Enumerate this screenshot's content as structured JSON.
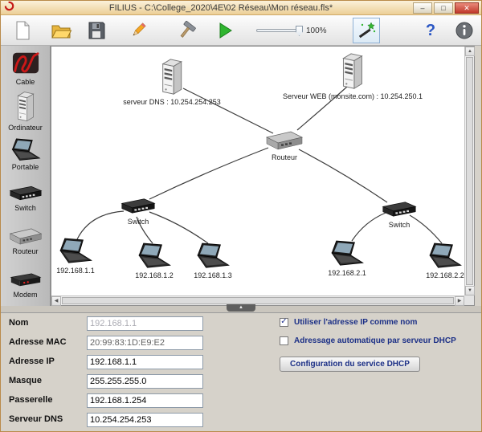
{
  "window": {
    "title": "FILIUS - C:\\College_2020\\4E\\02 Réseau\\Mon réseau.fls*",
    "controls": {
      "minimize": "–",
      "maximize": "□",
      "close": "✕"
    }
  },
  "toolbar": {
    "zoom_label": "100%",
    "help_label": "?",
    "icons": [
      "new-document-icon",
      "open-folder-icon",
      "save-icon",
      "pencil-edit-mode-icon",
      "hammer-build-icon",
      "play-simulation-icon",
      "zoom-slider",
      "wizard-icon",
      "help-icon",
      "info-icon"
    ]
  },
  "sidebar": {
    "items": [
      {
        "label": "Cable",
        "icon": "cable-icon"
      },
      {
        "label": "Ordinateur",
        "icon": "computer-icon"
      },
      {
        "label": "Portable",
        "icon": "laptop-icon"
      },
      {
        "label": "Switch",
        "icon": "switch-icon"
      },
      {
        "label": "Routeur",
        "icon": "router-icon"
      },
      {
        "label": "Modem",
        "icon": "modem-icon"
      }
    ]
  },
  "canvas": {
    "nodes": [
      {
        "id": "dns-server",
        "type": "server",
        "label": "serveur DNS : 10.254.254.253"
      },
      {
        "id": "web-server",
        "type": "server",
        "label": "Serveur WEB (monsite.com) : 10.254.250.1"
      },
      {
        "id": "router",
        "type": "router",
        "label": "Routeur"
      },
      {
        "id": "switch-left",
        "type": "switch",
        "label": "Switch"
      },
      {
        "id": "switch-right",
        "type": "switch",
        "label": "Switch"
      },
      {
        "id": "pc-192-168-1-1",
        "type": "laptop",
        "label": "192.168.1.1"
      },
      {
        "id": "pc-192-168-1-2",
        "type": "laptop",
        "label": "192.168.1.2"
      },
      {
        "id": "pc-192-168-1-3",
        "type": "laptop",
        "label": "192.168.1.3"
      },
      {
        "id": "pc-192-168-2-1",
        "type": "laptop",
        "label": "192.168.2.1"
      },
      {
        "id": "pc-192-168-2-2",
        "type": "laptop",
        "label": "192.168.2.2"
      }
    ],
    "edges": [
      {
        "from": "dns-server",
        "to": "router"
      },
      {
        "from": "web-server",
        "to": "router"
      },
      {
        "from": "router",
        "to": "switch-left"
      },
      {
        "from": "router",
        "to": "switch-right"
      },
      {
        "from": "switch-left",
        "to": "pc-192-168-1-1"
      },
      {
        "from": "switch-left",
        "to": "pc-192-168-1-2"
      },
      {
        "from": "switch-left",
        "to": "pc-192-168-1-3"
      },
      {
        "from": "switch-right",
        "to": "pc-192-168-2-1"
      },
      {
        "from": "switch-right",
        "to": "pc-192-168-2-2"
      }
    ]
  },
  "form": {
    "rows": [
      {
        "label": "Nom",
        "value": "192.168.1.1"
      },
      {
        "label": "Adresse MAC",
        "value": "20:99:83:1D:E9:E2"
      },
      {
        "label": "Adresse IP",
        "value": "192.168.1.1"
      },
      {
        "label": "Masque",
        "value": "255.255.255.0"
      },
      {
        "label": "Passerelle",
        "value": "192.168.1.254"
      },
      {
        "label": "Serveur DNS",
        "value": "10.254.254.253"
      }
    ],
    "checkboxes": [
      {
        "label": "Utiliser l'adresse IP comme nom",
        "checked": true,
        "mark": "✓"
      },
      {
        "label": "Adressage automatique par serveur DHCP",
        "checked": false,
        "mark": ""
      }
    ],
    "dhcp_button_label": "Configuration du service DHCP"
  }
}
